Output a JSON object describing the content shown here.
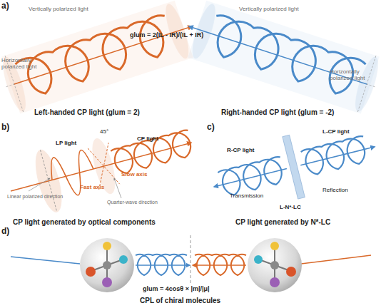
{
  "diagram": {
    "labels": [
      "a)",
      "Vertically polarized light",
      "Horizontally polarized light",
      "glum = 2(IL - IR)/(IL + IR)",
      "Vertically polarized light",
      "Horizontally polarized light",
      "Left-handed CP light (glum = 2)",
      "Right-handed CP light (glum = -2)",
      "b)",
      "LP light",
      "CP light",
      "45°",
      "Fast axis",
      "Slow axis",
      "Linear polarized direction",
      "Quarter-wave direction",
      "CP light generated by optical components",
      "c)",
      "R-CP light",
      "L-CP light",
      "Transmission",
      "Reflection",
      "L-N*-LC",
      "CP light generated by N*-LC",
      "d)",
      "glum = 4cosθ × |m|/|μ|",
      "CPL of chiral molecules"
    ]
  }
}
